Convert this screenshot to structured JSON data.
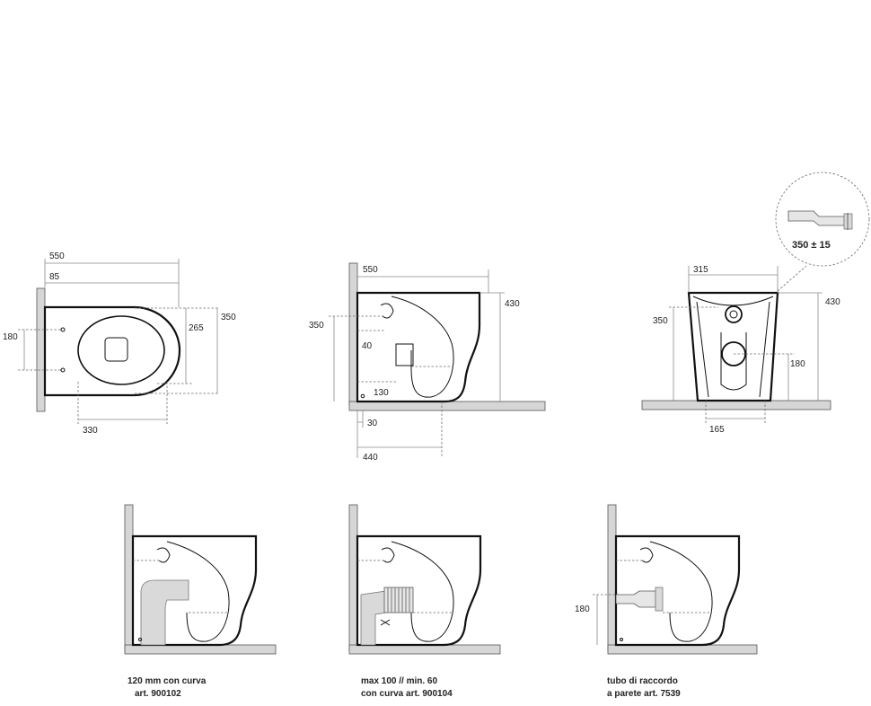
{
  "views": {
    "top": {
      "d550": "550",
      "d85": "85",
      "d180": "180",
      "d265": "265",
      "d350": "350",
      "d330": "330"
    },
    "side": {
      "d550": "550",
      "d430": "430",
      "d350": "350",
      "d40": "40",
      "d130": "130",
      "d30": "30",
      "d440": "440"
    },
    "front": {
      "d315": "315",
      "d430": "430",
      "d350": "350",
      "d180": "180",
      "d165": "165",
      "callout": "350 ± 15"
    }
  },
  "installs": [
    {
      "line1": "120 mm con curva",
      "line2": "art. 900102"
    },
    {
      "line1": "max 100 // min. 60",
      "line2": "con curva art. 900104"
    },
    {
      "line1": "tubo di raccordo",
      "line2": "a parete art. 7539",
      "dim": "180"
    }
  ],
  "colors": {
    "outline": "#111111",
    "dimension": "#8a8a8a",
    "wall": "#d6d6d6"
  }
}
